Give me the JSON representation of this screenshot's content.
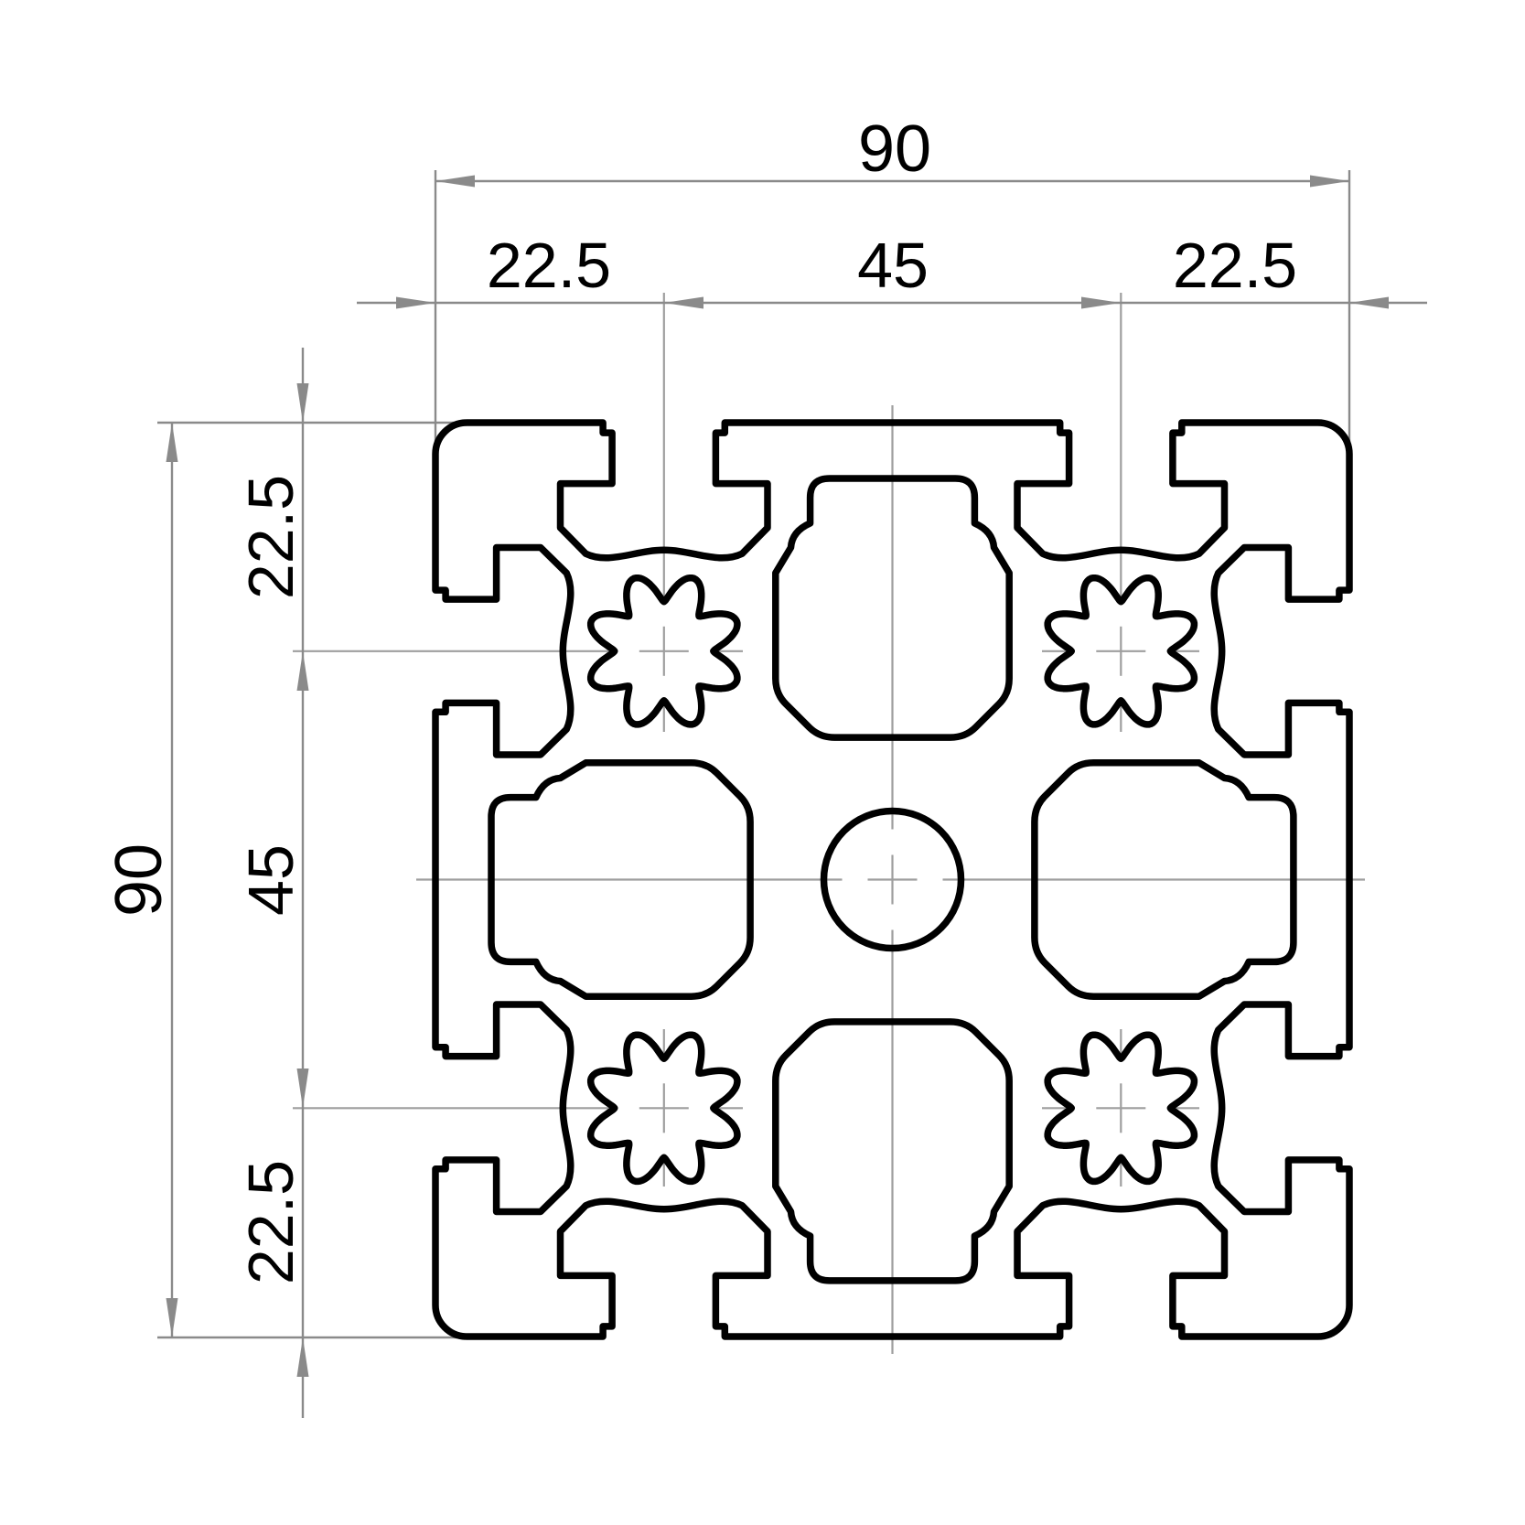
{
  "drawing": {
    "subject": "aluminium-extrusion-profile-cross-section",
    "dim_top": {
      "overall": "90",
      "seg_left": "22.5",
      "seg_mid": "45",
      "seg_right": "22.5"
    },
    "dim_left": {
      "overall": "90",
      "seg_top": "22.5",
      "seg_mid": "45",
      "seg_bottom": "22.5"
    },
    "colors": {
      "outline": "#000000",
      "dimension_lines": "#8a8a8a",
      "centerlines": "#9e9e9e",
      "background": "#ffffff"
    }
  }
}
